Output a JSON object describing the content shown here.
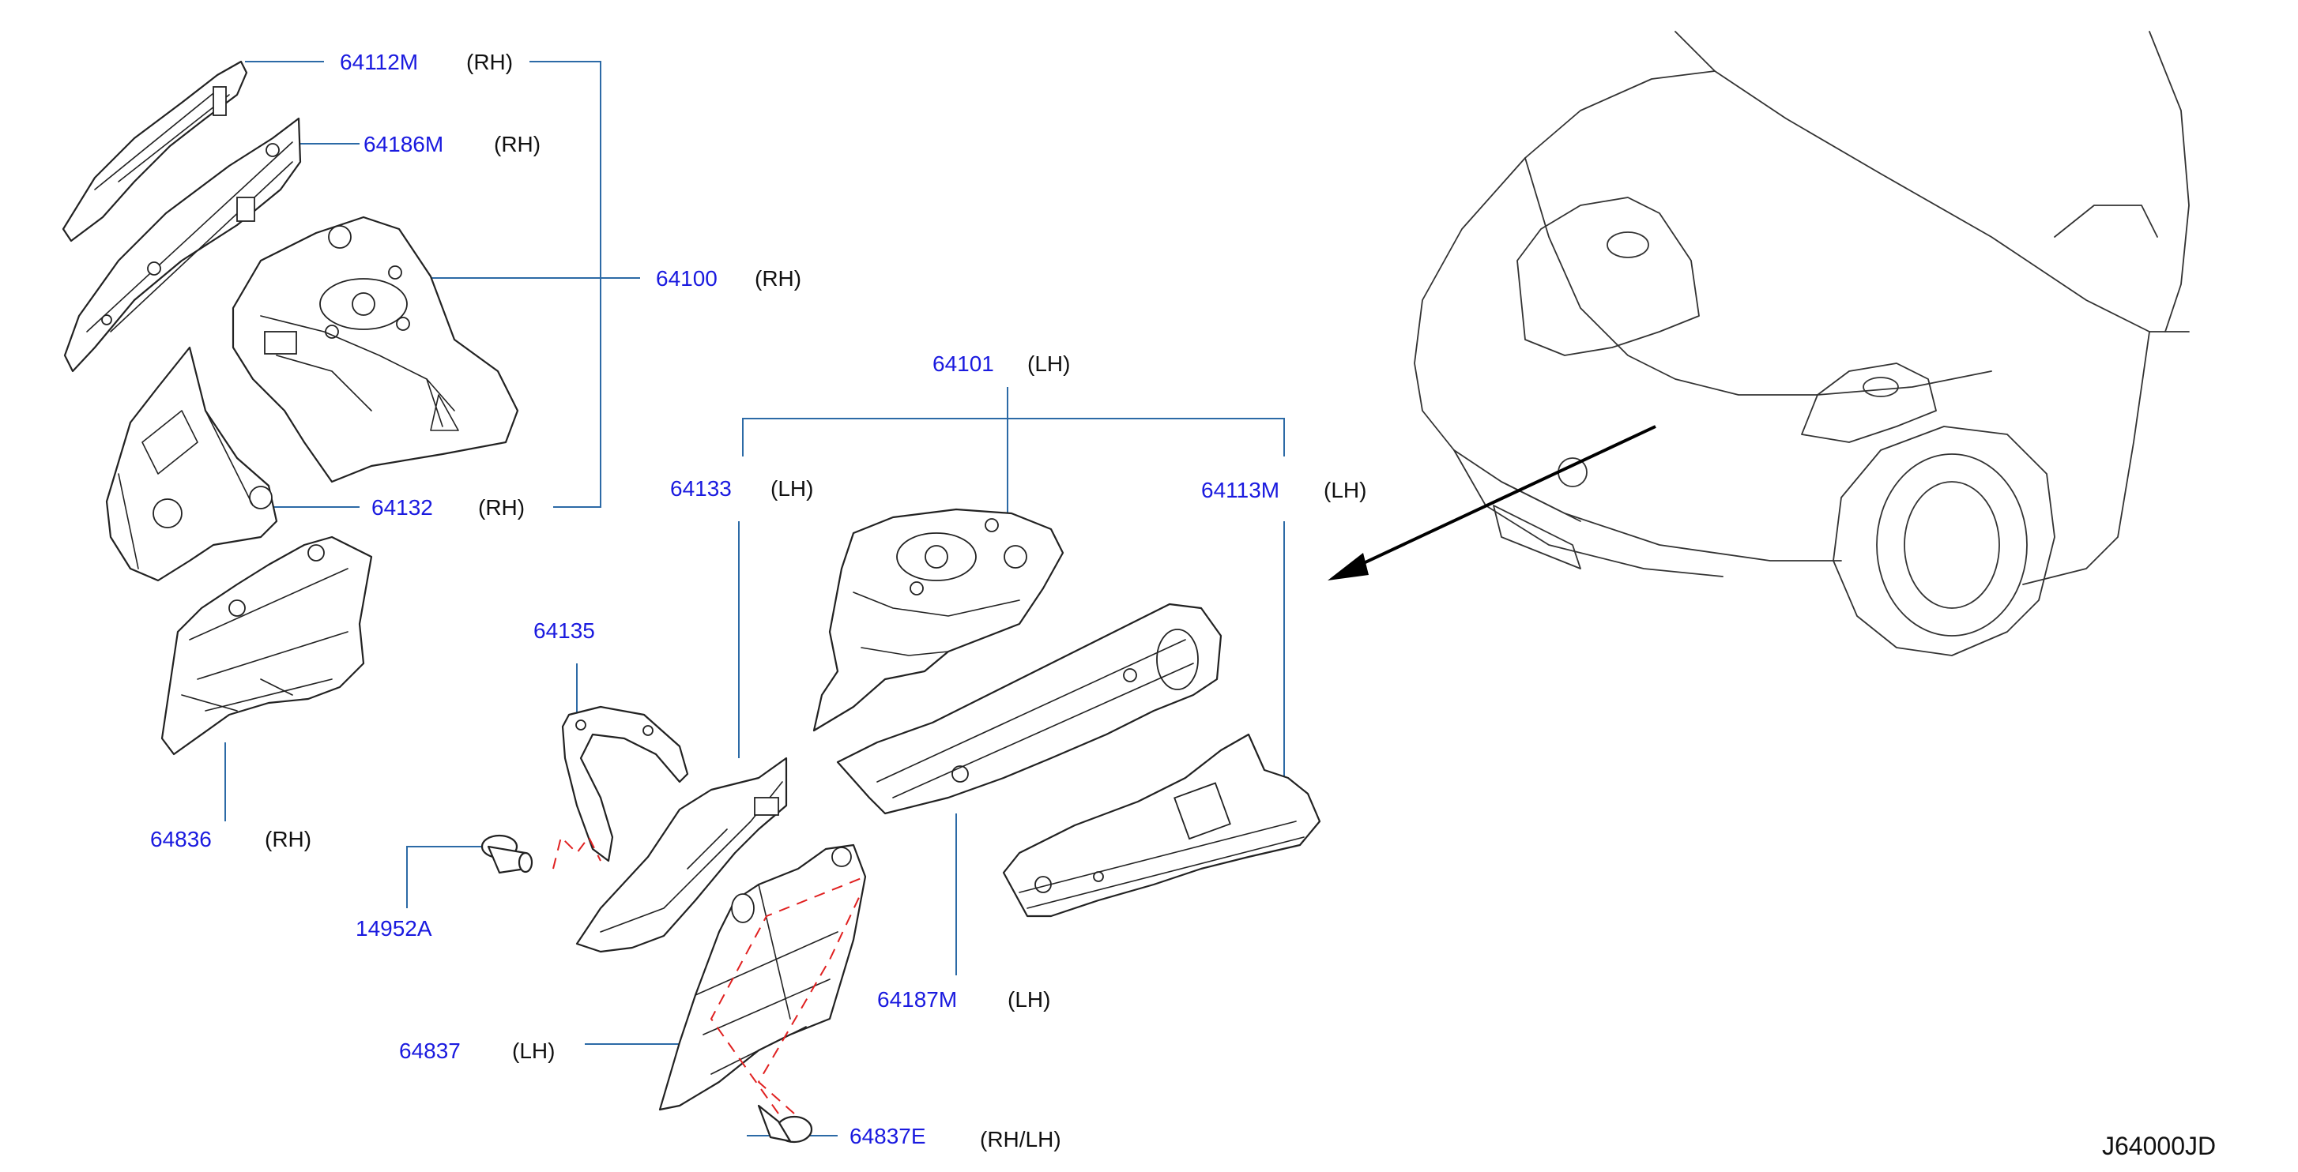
{
  "callouts": [
    {
      "part": "64112M",
      "side": "(RH)"
    },
    {
      "part": "64186M",
      "side": "(RH)"
    },
    {
      "part": "64100",
      "side": "(RH)"
    },
    {
      "part": "64132",
      "side": "(RH)"
    },
    {
      "part": "64836",
      "side": "(RH)"
    },
    {
      "part": "64135",
      "side": ""
    },
    {
      "part": "14952A",
      "side": ""
    },
    {
      "part": "64837",
      "side": "(LH)"
    },
    {
      "part": "64837E",
      "side": "(RH/LH)"
    },
    {
      "part": "64101",
      "side": "(LH)"
    },
    {
      "part": "64133",
      "side": "(LH)"
    },
    {
      "part": "64113M",
      "side": "(LH)"
    },
    {
      "part": "64187M",
      "side": "(LH)"
    }
  ],
  "diagram_code": "J64000JD",
  "colors": {
    "part_number": "#1a1adf",
    "leader_line": "#2c6aa6",
    "dashed_guide": "#e02020",
    "line_art": "#222222"
  }
}
